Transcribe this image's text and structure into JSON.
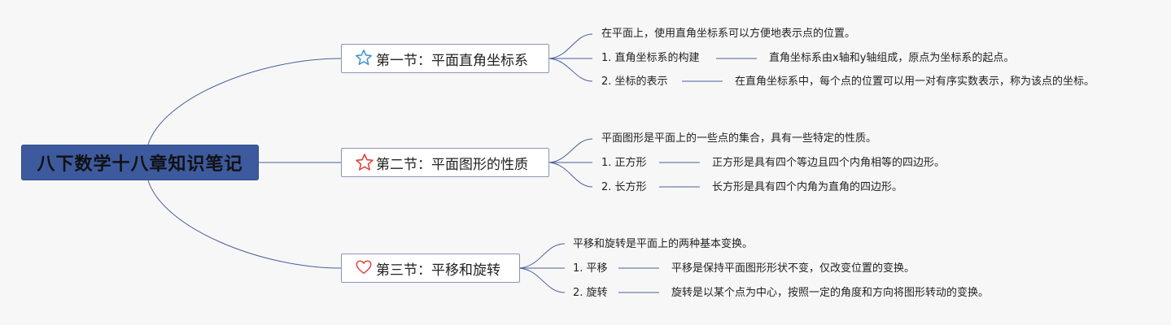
{
  "root": {
    "title": "八下数学十八章知识笔记"
  },
  "sections": [
    {
      "title": "第一节：平面直角坐标系",
      "icon": "star-outline-icon",
      "icon_color": "#3a8fd4",
      "summary": "在平面上，使用直角坐标系可以方便地表示点的位置。",
      "items": [
        {
          "label": "1. 直角坐标系的构建",
          "detail": "直角坐标系由x轴和y轴组成，原点为坐标系的起点。"
        },
        {
          "label": "2. 坐标的表示",
          "detail": "在直角坐标系中，每个点的位置可以用一对有序实数表示，称为该点的坐标。"
        }
      ]
    },
    {
      "title": "第二节：平面图形的性质",
      "icon": "star-outline-icon",
      "icon_color": "#e0443a",
      "summary": "平面图形是平面上的一些点的集合，具有一些特定的性质。",
      "items": [
        {
          "label": "1. 正方形",
          "detail": "正方形是具有四个等边且四个内角相等的四边形。"
        },
        {
          "label": "2. 长方形",
          "detail": "长方形是具有四个内角为直角的四边形。"
        }
      ]
    },
    {
      "title": "第三节：平移和旋转",
      "icon": "heart-outline-icon",
      "icon_color": "#e0443a",
      "summary": "平移和旋转是平面上的两种基本变换。",
      "items": [
        {
          "label": "1. 平移",
          "detail": "平移是保持平面图形形状不变，仅改变位置的变换。"
        },
        {
          "label": "2. 旋转",
          "detail": "旋转是以某个点为中心，按照一定的角度和方向将图形转动的变换。"
        }
      ]
    }
  ],
  "colors": {
    "line": "#4a5f9a",
    "root_bg": "#3d5a9e",
    "node_border": "#8a96b8"
  }
}
